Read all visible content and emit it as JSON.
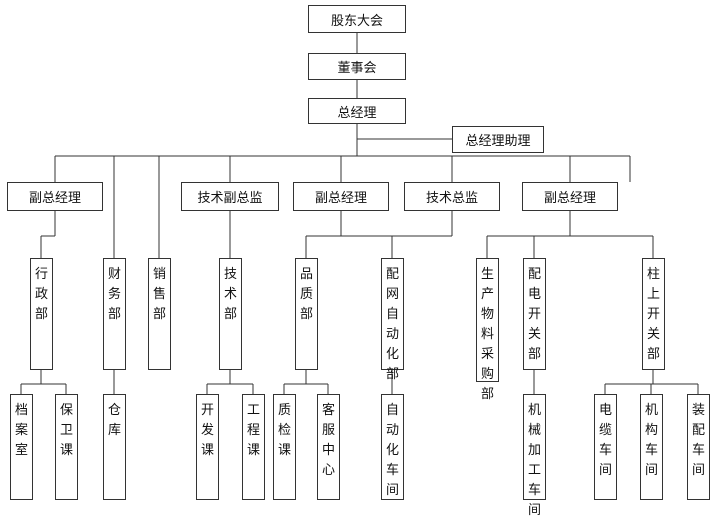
{
  "nodes": {
    "shareholders": "股东大会",
    "board": "董事会",
    "gm": "总经理",
    "gm_assistant": "总经理助理",
    "vp1": "副总经理",
    "tech_vice_director": "技术副总监",
    "vp2": "副总经理",
    "tech_director": "技术总监",
    "vp3": "副总经理",
    "admin_dept": "行政部",
    "finance_dept": "财务部",
    "sales_dept": "销售部",
    "tech_dept": "技术部",
    "quality_dept": "品质部",
    "dist_auto_dept": "配网自动化部",
    "production_dept": "生产物料采购部",
    "switch_dept": "配电开关部",
    "pole_switch_dept": "柱上开关部",
    "archive_room": "档案室",
    "security_section": "保卫课",
    "warehouse": "仓库",
    "dev_section": "开发课",
    "eng_section": "工程课",
    "qc_section": "质检课",
    "service_center": "客服中心",
    "automation_workshop": "自动化车间",
    "machining_workshop": "机械加工车间",
    "cable_workshop": "电缆车间",
    "mechanism_workshop": "机构车间",
    "assembly_workshop": "装配车间"
  }
}
